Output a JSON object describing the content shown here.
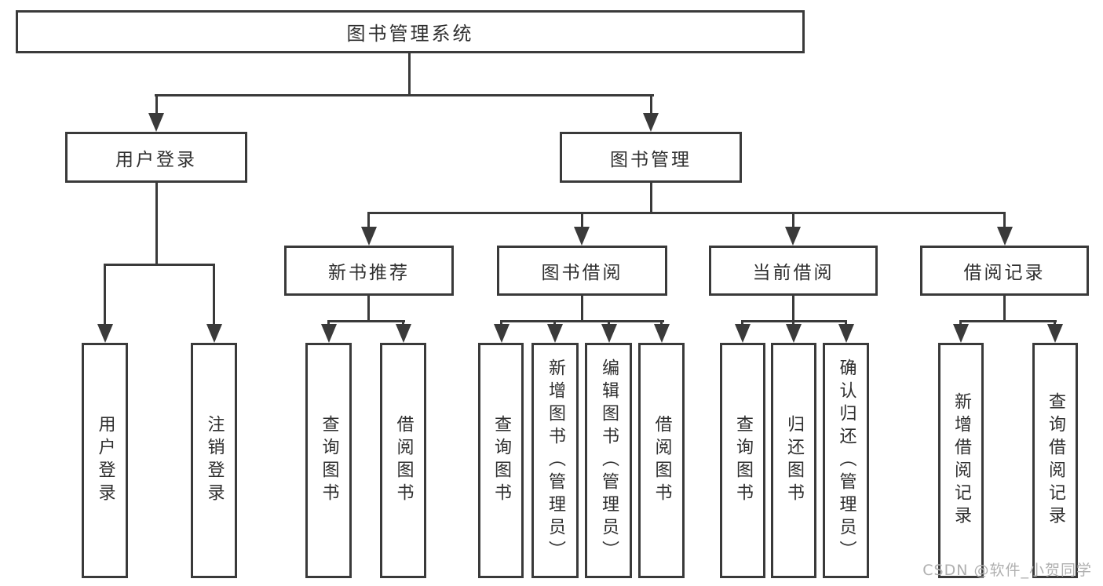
{
  "diagram": {
    "type": "hierarchy-tree",
    "root": {
      "label": "图书管理系统"
    },
    "level2": [
      {
        "label": "用户登录",
        "children_of": "root"
      },
      {
        "label": "图书管理",
        "children_of": "root"
      }
    ],
    "level3": [
      {
        "label": "新书推荐",
        "children_of": "图书管理"
      },
      {
        "label": "图书借阅",
        "children_of": "图书管理"
      },
      {
        "label": "当前借阅",
        "children_of": "图书管理"
      },
      {
        "label": "借阅记录",
        "children_of": "图书管理"
      }
    ],
    "leaves": [
      {
        "label": "用户登录",
        "children_of": "用户登录"
      },
      {
        "label": "注销登录",
        "children_of": "用户登录"
      },
      {
        "label": "查询图书",
        "children_of": "新书推荐"
      },
      {
        "label": "借阅图书",
        "children_of": "新书推荐"
      },
      {
        "label": "查询图书",
        "children_of": "图书借阅"
      },
      {
        "label": "新增图书（管理员）",
        "children_of": "图书借阅"
      },
      {
        "label": "编辑图书（管理员）",
        "children_of": "图书借阅"
      },
      {
        "label": "借阅图书",
        "children_of": "图书借阅"
      },
      {
        "label": "查询图书",
        "children_of": "当前借阅"
      },
      {
        "label": "归还图书",
        "children_of": "当前借阅"
      },
      {
        "label": "确认归还（管理员）",
        "children_of": "当前借阅"
      },
      {
        "label": "新增借阅记录",
        "children_of": "借阅记录"
      },
      {
        "label": "查询借阅记录",
        "children_of": "借阅记录"
      }
    ]
  },
  "watermark": {
    "text": "CSDN @软件_小贺同学"
  },
  "colors": {
    "line": "#3a3a3a",
    "text": "#2f2f2f",
    "watermark": "#b0b0b0",
    "background": "#ffffff"
  }
}
